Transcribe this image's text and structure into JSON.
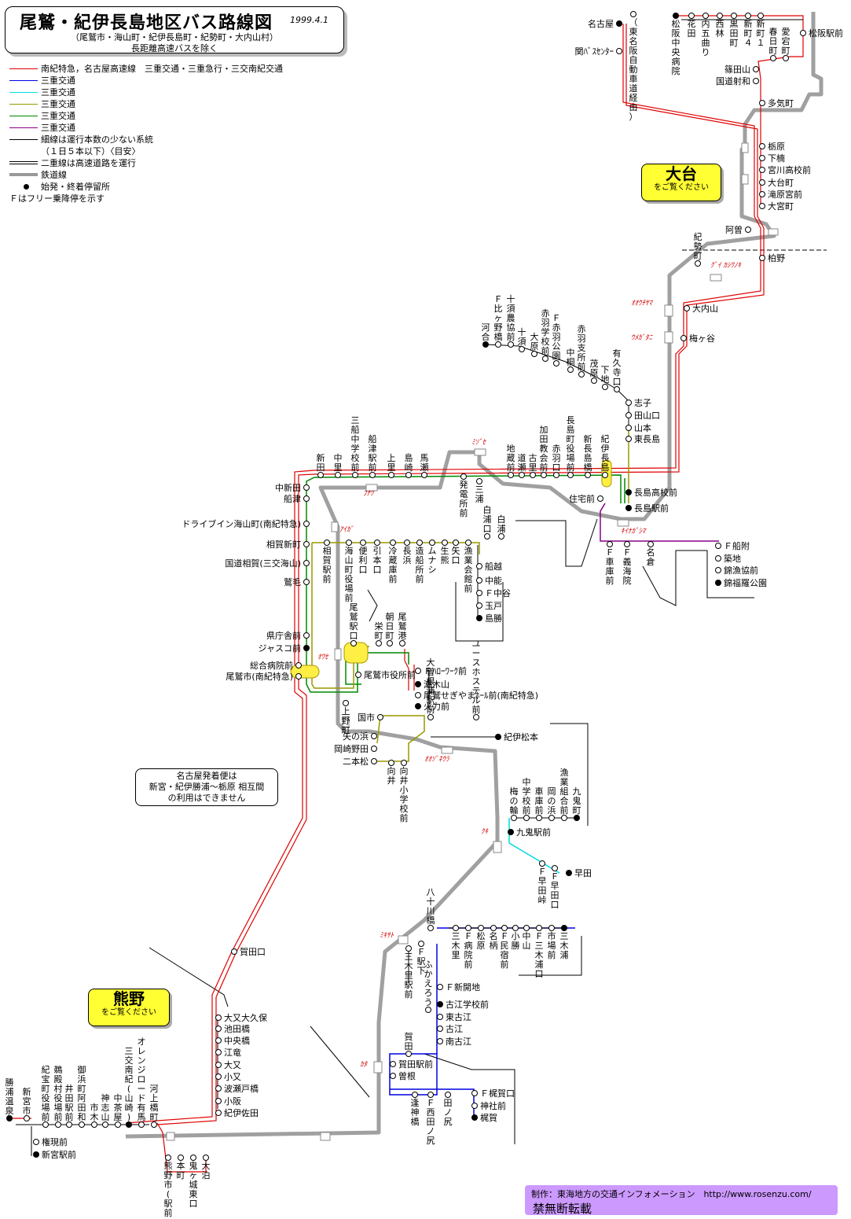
{
  "header": {
    "title": "尾鷲・紀伊長島地区バス路線図",
    "date": "1999.4.1",
    "subtitle1": "（尾鷲市・海山町・紀伊長島町・紀勢町・大内山村）",
    "subtitle2": "長距離高速バスを除く"
  },
  "legend": [
    {
      "color": "#e00000",
      "text": "南紀特急，名古屋高速線　三重交通・三重急行・三交南紀交通"
    },
    {
      "color": "#0000e0",
      "text": "三重交通"
    },
    {
      "color": "#00e0e0",
      "text": "三重交通"
    },
    {
      "color": "#999900",
      "text": "三重交通"
    },
    {
      "color": "#008800",
      "text": "三重交通"
    },
    {
      "color": "#880088",
      "text": "三重交通"
    },
    {
      "color": "#000000",
      "text": "細線は運行本数の少ない系統"
    },
    {
      "color": "none",
      "text": "（１日５本以下）〈目安〉"
    },
    {
      "color": "#000000",
      "text": "二重線は高速道路を運行"
    },
    {
      "color": "#999999",
      "text": "鉄道線"
    },
    {
      "color": "dot",
      "text": "始発・終着停留所"
    },
    {
      "color": "none",
      "text": "Ｆはフリー乗降停を示す"
    }
  ],
  "buttons": {
    "odai": {
      "name": "大台",
      "sub": "をご覧ください"
    },
    "kumano": {
      "name": "熊野",
      "sub": "をご覧ください"
    }
  },
  "notice": {
    "line1": "名古屋発着便は",
    "line2": "新宮・紀伊勝浦〜栃原 相互間",
    "line3": "の利用はできません"
  },
  "credit": {
    "line1": "制作：東海地方の交通インフォメーション　http://www.rosenzu.com/",
    "line2": "禁無断転載"
  },
  "stations": [
    {
      "text": "ｵｵｳﾁﾔﾏ"
    },
    {
      "text": "ｳﾒｶﾞﾀﾆ"
    },
    {
      "text": "ｸﾞｲ ｶｼﾜﾉｷ"
    },
    {
      "text": "ﾐｿﾞｾ"
    },
    {
      "text": "ﾌﾅﾂ"
    },
    {
      "text": "ｷｲﾅｶﾞｼﾏ"
    },
    {
      "text": "ｱｲｶﾞ"
    },
    {
      "text": "ｵﾜｾ"
    },
    {
      "text": "ｵｵｿﾞﾈｳﾗ"
    },
    {
      "text": "ｸｷ"
    },
    {
      "text": "ﾐｷｻﾄ"
    },
    {
      "text": "ｶﾀ"
    }
  ],
  "stops": {
    "nagoya": "名古屋",
    "sekigahara": "関ﾊﾞｽｾﾝﾀｰ",
    "meihan": "（東名阪自動車道経由）",
    "matsusaka_hosp": "松阪中央病院",
    "hanada": "花田",
    "uchigo": "内五曲り",
    "nishibayashi": "西林",
    "kuroda": "黒田町",
    "shinmachi4": "新町４",
    "shinmachi1": "新町１",
    "kasuga": "春日町",
    "atago": "愛宕町",
    "matsusaka_eki": "松阪駅前",
    "shinoda": "篠田山",
    "kokudo_ise": "国道射和",
    "takicho": "多気町",
    "tochihara": "栃原",
    "shimokusu": "下楠",
    "miyagawa_hs": "宮川高校前",
    "odaicho": "大台町",
    "takihara": "滝原宮前",
    "omiyacho": "大宮町",
    "aso": "阿曽",
    "kashino": "柏野",
    "kisei": "紀勢町",
    "ouchiyama": "大内山",
    "umegatani": "梅ヶ谷",
    "kawai": "河合",
    "hirano": "Ｆ比ヶ野橋",
    "jusu_noukyo": "十須農協前",
    "jusu": "十須",
    "osu": "大原",
    "akaba_school": "赤羽学校前",
    "akaba_park": "Ｆ赤羽公園",
    "nakagiri": "中桐",
    "akaba_branch": "赤羽支所前",
    "mohara": "茂原",
    "shimoji": "下地",
    "ukuji": "有久寺口",
    "shishi": "志子",
    "tayama": "田山口",
    "yamamoto": "山本",
    "higashi_nagashima": "東長島",
    "nagashima_hs": "長島高校前",
    "nagashima_eki": "長島駅前",
    "kii_nagashima": "紀伊長島",
    "shin_nagashima": "新長島橋",
    "nagashima_office": "長島町役場前",
    "akaba_guchi": "赤羽口",
    "kada_church": "加田教会前",
    "furuichi": "古里",
    "michise": "道瀬",
    "jizo": "地蔵前",
    "hatsuden": "発電所前",
    "miura": "三浦",
    "jutaku": "住宅前",
    "baze": "馬瀬",
    "shimasaki": "島崎",
    "kamisato": "上里",
    "funatsu_eki": "船津駅前",
    "mifune_jh": "三船中学校前",
    "nakazato": "中里",
    "shinden": "新田",
    "nakashinden": "中新田",
    "funatsu": "船津",
    "drivein": "ドライブイン海山町(南紀特急)",
    "aiga_shinmachi": "相賀新町",
    "kokudo_aiga": "国道相賀(三交海山)",
    "washige": "鷲毛",
    "aiga_eki": "相賀駅前",
    "miyama_office": "海山町役場前",
    "benri": "便利口",
    "hikimoto": "引本口",
    "reizo": "冷蔵庫前",
    "nagahama": "長浜",
    "zosen": "造船所前",
    "munatsu": "ムナシ",
    "ikuma": "生熊",
    "yaguchi": "矢口",
    "gyogyo_kaikan": "漁業会館前",
    "shirauraguchi": "白浦口",
    "shiraura": "白浦",
    "funakoshi": "船越",
    "nakano": "中能",
    "nakatani": "Ｆ中谷",
    "tamato": "玉戸",
    "shimakatsu": "島勝",
    "kencho": "県庁舎前",
    "jusco": "ジャスコ前",
    "sogo_hosp": "総合病院前",
    "owase_nanki": "尾鷲市(南紀特急)",
    "owase_eki": "尾鷲駅口",
    "sakaemachi": "栄町",
    "asahimachi": "朝日町",
    "owase_port": "尾鷲港",
    "hellowork": "Ｆﾊﾛｰﾜｰｸ前",
    "shichiyama": "瀬木山",
    "owase_hall": "尾鷲せぎやまﾎｰﾙ前(南紀特急)",
    "kaikryoku": "火力前",
    "owase_city": "尾鷲市役所前",
    "kamino": "上野町",
    "kokuichi": "国市",
    "yanohama": "矢の浜",
    "okazakinoda": "岡崎野田",
    "nihonmatsu": "二本松",
    "mukai": "向井",
    "mukai_es": "向井小学校前",
    "ozone_eki": "大曽根浦駅前",
    "youth_hostel": "ユースホステル前",
    "kii_matsumoto": "紀伊松本",
    "funatsuf": "Ｆ船附",
    "tsukiji": "築地",
    "nishikiura": "錦漁協前",
    "nishiki_park": "錦福羅公園",
    "shako": "Ｆ車庫前",
    "gikai": "Ｆ義海院",
    "nagura": "名倉",
    "umenowa": "梅の輪",
    "chugakko": "中学校前",
    "shako2": "車庫前",
    "okanohama": "岡の浜",
    "gyogyo_kumiai": "漁業組合前",
    "kuki": "九鬼町",
    "kuki_eki": "九鬼駅前",
    "hayatatoge": "Ｆ早田峠",
    "hayataguchi": "Ｆ早田口",
    "hayata": "早田",
    "yasaka": "八十川橋",
    "mikisato": "三木里",
    "fhosp": "Ｆ病院前",
    "matsubara": "松原",
    "natsukashi": "名柄",
    "fminshuku": "Ｆ民宿前",
    "kogatsu": "小勝",
    "nakayama": "中山",
    "mikiura": "Ｆ三木浦口",
    "ichiba": "市場前",
    "mikiura2": "三木浦",
    "mikisato_eki": "三木里駅前",
    "fekishita": "Ｆ駅下",
    "fshinkaiji": "Ｆ新開地",
    "furue_school": "古江学校前",
    "higashi_furue": "東古江",
    "furue": "古江",
    "minami_furue": "南古江",
    "fukaeru": "ふかえろう",
    "kata": "賀田",
    "kata_eki": "賀田駅前",
    "sone": "曽根",
    "sakaijinja": "逢神橋",
    "nishitanojiri": "Ｆ西田ノ尻",
    "tanojiri": "田ノ尻",
    "kagaguchi": "Ｆ梶賀口",
    "jinja": "神社前",
    "kaga": "梶賀",
    "katada": "賀田口",
    "omata_okubo": "大又大久保",
    "ikedabashi": "池田橋",
    "chuo": "中央橋",
    "eboshi": "江竜",
    "omata": "大又",
    "komata": "小又",
    "hasedo": "波瀬戸橋",
    "kosaka": "小阪",
    "kiisada": "紀伊佐田",
    "katsuura": "勝浦温泉",
    "shingu_city": "新宮市",
    "kiho_office": "紀宝町役場前",
    "udono": "鵜殿村役場前",
    "ida": "井田駅前",
    "mihama": "御浜町阿田和",
    "ichiki": "市木",
    "kamishiyama": "神志山",
    "nakachaya": "中茶屋",
    "nanki_sanko": "三交南紀(山崎)",
    "orange_road": "オレンジロード有馬",
    "kawakami": "河上橋町",
    "gongen": "権現前",
    "shingu_eki": "新宮駅前",
    "kumano_eki": "熊野市(駅前)",
    "honmachi": "本町",
    "onigajo": "鬼ヶ城東口",
    "odomari": "大泊"
  }
}
